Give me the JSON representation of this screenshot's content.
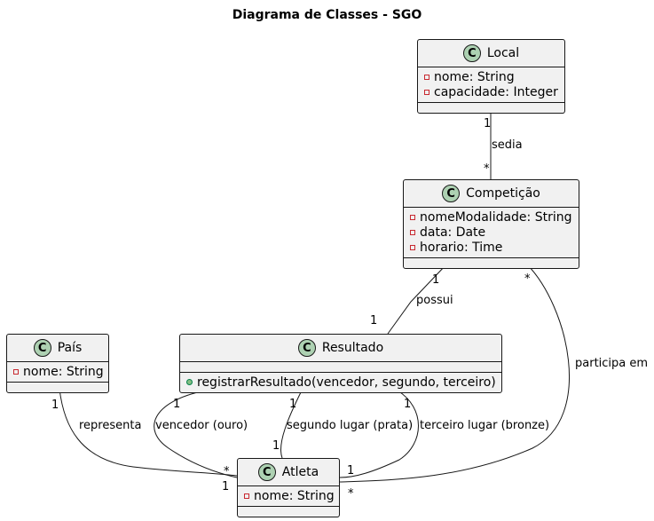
{
  "title": "Diagrama de Classes - SGO",
  "classes": {
    "local": {
      "badge": "C",
      "name": "Local",
      "attributes": [
        "nome: String",
        "capacidade: Integer"
      ],
      "methods": []
    },
    "competicao": {
      "badge": "C",
      "name": "Competição",
      "attributes": [
        "nomeModalidade: String",
        "data: Date",
        "horario: Time"
      ],
      "methods": []
    },
    "pais": {
      "badge": "C",
      "name": "País",
      "attributes": [
        "nome: String"
      ],
      "methods": []
    },
    "resultado": {
      "badge": "C",
      "name": "Resultado",
      "attributes": [],
      "methods": [
        "registrarResultado(vencedor, segundo, terceiro)"
      ]
    },
    "atleta": {
      "badge": "C",
      "name": "Atleta",
      "attributes": [
        "nome: String"
      ],
      "methods": []
    }
  },
  "relations": {
    "sedia": {
      "label": "sedia",
      "from_mult": "1",
      "to_mult": "*"
    },
    "possui": {
      "label": "possui",
      "from_mult": "1",
      "to_mult": "1"
    },
    "participa": {
      "label": "participa em",
      "from_mult": "*",
      "to_mult": "*"
    },
    "representa": {
      "label": "representa",
      "from_mult": "1",
      "to_mult": "1"
    },
    "ouro": {
      "label": "vencedor (ouro)",
      "from_mult": "1",
      "to_mult": "*"
    },
    "prata": {
      "label": "segundo lugar (prata)",
      "from_mult": "1",
      "to_mult": "1"
    },
    "bronze": {
      "label": "terceiro lugar (bronze)",
      "from_mult": "1",
      "to_mult": "1"
    }
  },
  "colors": {
    "class_fill": "#f1f1f1",
    "class_border": "#181818",
    "badge_fill": "#add1b2",
    "private_marker": "#c82930",
    "public_marker": "#84be84"
  }
}
